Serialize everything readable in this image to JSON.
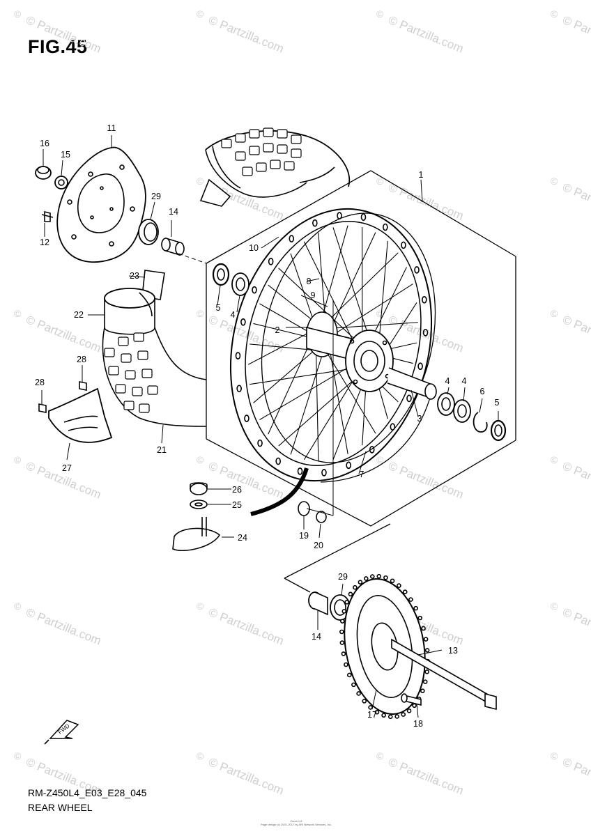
{
  "title": "FIG.45",
  "model_code": "RM-Z450L4_E03_E28_045",
  "subtitle": "REAR WHEEL",
  "footer": [
    "Zoom 1.8",
    "Page design (c) 2001-2017 by ARI Network Services, Inc."
  ],
  "watermark": {
    "text": "© Partzilla.com",
    "symbol": "©",
    "color": "#cfcfcf"
  },
  "fwd_label": "FWD",
  "callouts": [
    "1",
    "2",
    "3",
    "4",
    "4",
    "4",
    "5",
    "5",
    "6",
    "7",
    "8",
    "9",
    "10",
    "11",
    "12",
    "13",
    "14",
    "14",
    "15",
    "16",
    "17",
    "18",
    "19",
    "20",
    "21",
    "22",
    "23",
    "24",
    "25",
    "26",
    "27",
    "28",
    "28",
    "29",
    "29"
  ]
}
